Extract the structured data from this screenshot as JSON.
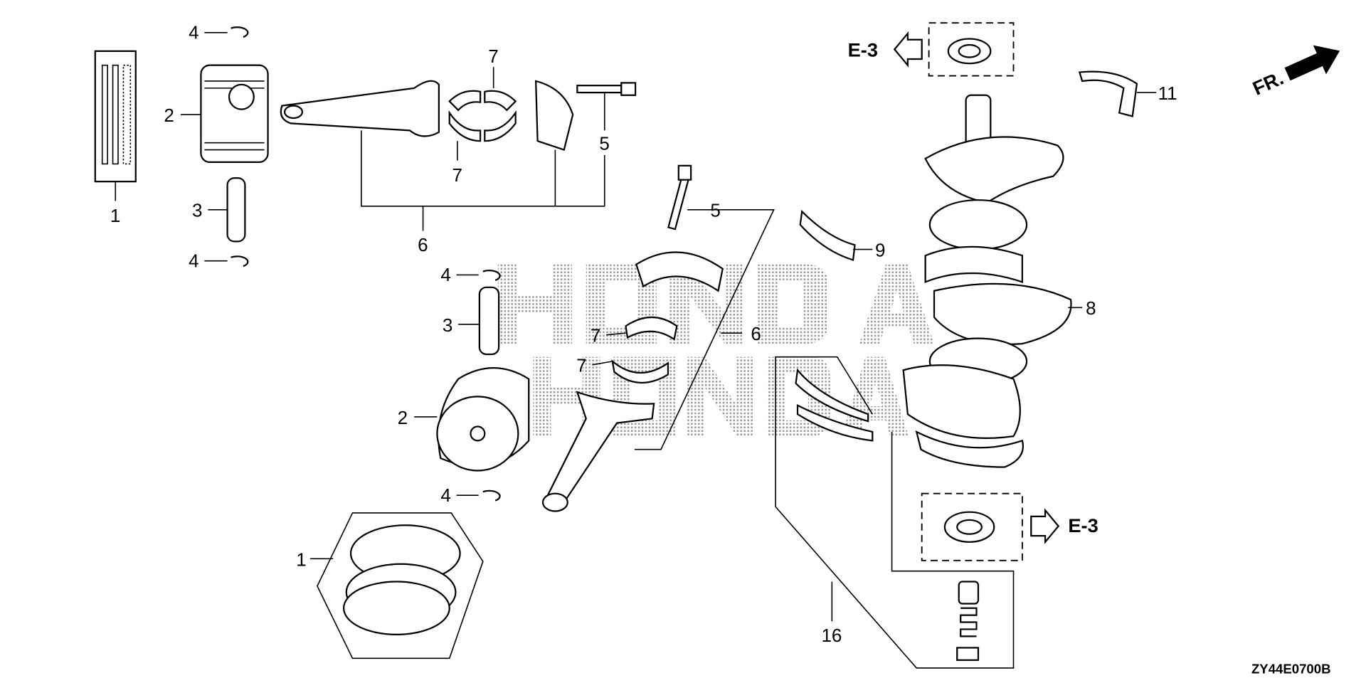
{
  "diagram": {
    "watermark": "HONDA",
    "diagram_code": "ZY44E0700B",
    "front_indicator": "FR.",
    "references": {
      "top": "E-3",
      "bottom": "E-3"
    },
    "callouts": {
      "c1_top": "1",
      "c1_bottom": "1",
      "c2_top": "2",
      "c2_bottom": "2",
      "c3_top": "3",
      "c3_bottom": "3",
      "c4_a": "4",
      "c4_b": "4",
      "c4_c": "4",
      "c4_d": "4",
      "c5_top": "5",
      "c5_mid": "5",
      "c6_top": "6",
      "c6_mid": "6",
      "c7_a": "7",
      "c7_b": "7",
      "c7_c": "7",
      "c7_d": "7",
      "c8": "8",
      "c9": "9",
      "c11": "11",
      "c16": "16"
    }
  }
}
